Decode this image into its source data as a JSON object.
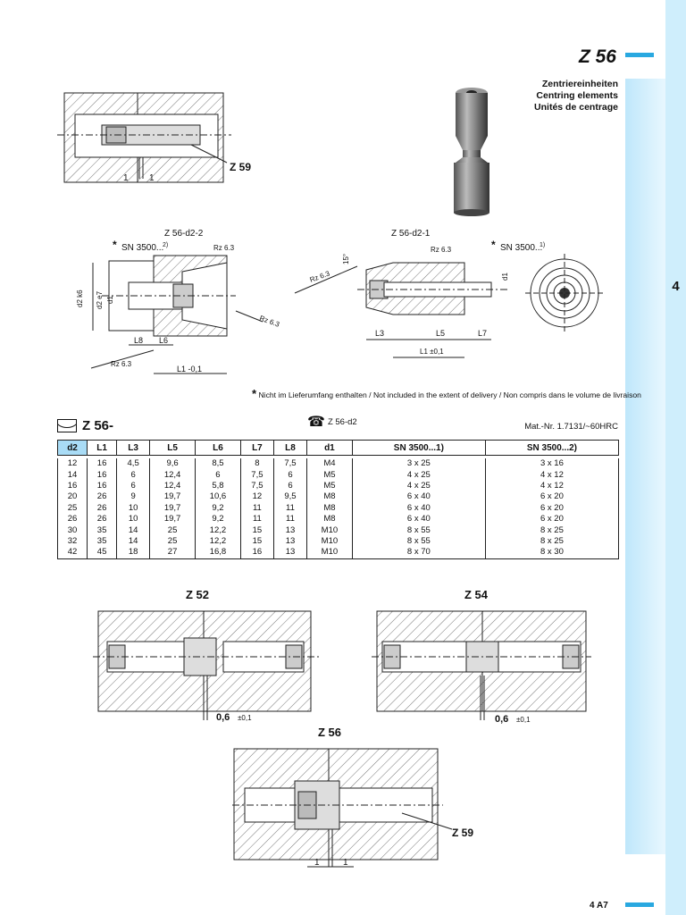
{
  "header": {
    "code": "Z 56",
    "subtitle_de": "Zentriereinheiten",
    "subtitle_en": "Centring elements",
    "subtitle_fr": "Unités de centrage"
  },
  "side_tab": {
    "number": "4"
  },
  "drawing_top_left": {
    "ref_label": "Z 59",
    "dim_left": "1",
    "dim_right": "1"
  },
  "drawing_d2_2": {
    "title": "Z 56-d2-2",
    "sn_label": "SN 3500...",
    "sn_sup": "2)",
    "star": "*",
    "rz_top": "Rz 6.3",
    "rz_right": "Rz 6.3",
    "rz_bottom": "Rz 6.3",
    "d2_label": "d2 k6",
    "d1_label": "d1",
    "d2e7_label": "d2 e7",
    "l8": "L8",
    "l6": "L6",
    "l1": "L1 -0,1"
  },
  "drawing_d2_1": {
    "title": "Z 56-d2-1",
    "sn_label": "SN 3500...",
    "sn_sup": "1)",
    "star": "*",
    "rz_top": "Rz 6.3",
    "rz_left": "Rz 6.3",
    "angle": "15°",
    "d1_label": "d1",
    "l3": "L3",
    "l5": "L5",
    "l7": "L7",
    "l1": "L1 ±0,1"
  },
  "note": {
    "star": "*",
    "text": "Nicht im Lieferumfang enthalten / Not included in the extent of delivery / Non compris dans le volume de livraison"
  },
  "order": {
    "label": "Z 56-",
    "phone_label": "Z 56-d2",
    "material": "Mat.-Nr. 1.7131/~60HRC"
  },
  "table": {
    "headers": [
      "d2",
      "L1",
      "L3",
      "L5",
      "L6",
      "L7",
      "L8",
      "d1",
      "SN 3500...1)",
      "SN 3500...2)"
    ],
    "rows": [
      [
        "12",
        "16",
        "4,5",
        "9,6",
        "8,5",
        "8",
        "7,5",
        "M4",
        "3 x 25",
        "3 x 16"
      ],
      [
        "14",
        "16",
        "6",
        "12,4",
        "6",
        "7,5",
        "6",
        "M5",
        "4 x 25",
        "4 x 12"
      ],
      [
        "16",
        "16",
        "6",
        "12,4",
        "5,8",
        "7,5",
        "6",
        "M5",
        "4 x 25",
        "4 x 12"
      ],
      [
        "20",
        "26",
        "9",
        "19,7",
        "10,6",
        "12",
        "9,5",
        "M8",
        "6 x 40",
        "6 x 20"
      ],
      [
        "25",
        "26",
        "10",
        "19,7",
        "9,2",
        "11",
        "11",
        "M8",
        "6 x 40",
        "6 x 20"
      ],
      [
        "26",
        "26",
        "10",
        "19,7",
        "9,2",
        "11",
        "11",
        "M8",
        "6 x 40",
        "6 x 20"
      ],
      [
        "30",
        "35",
        "14",
        "25",
        "12,2",
        "15",
        "13",
        "M10",
        "8 x 55",
        "8 x 25"
      ],
      [
        "32",
        "35",
        "14",
        "25",
        "12,2",
        "15",
        "13",
        "M10",
        "8 x 55",
        "8 x 25"
      ],
      [
        "42",
        "45",
        "18",
        "27",
        "16,8",
        "16",
        "13",
        "M10",
        "8 x 70",
        "8 x 30"
      ]
    ]
  },
  "drawing_z52": {
    "title": "Z 52",
    "dim": "0,6",
    "tol": "±0,1"
  },
  "drawing_z54": {
    "title": "Z 54",
    "dim": "0,6",
    "tol": "±0,1"
  },
  "drawing_z56": {
    "title": "Z 56",
    "ref_label": "Z 59",
    "dim_left": "1",
    "dim_right": "1"
  },
  "footer": {
    "page": "4 A7"
  },
  "colors": {
    "accent": "#29a8e0",
    "tab": "#cfeefc",
    "header_highlight": "#a9dcf6"
  }
}
